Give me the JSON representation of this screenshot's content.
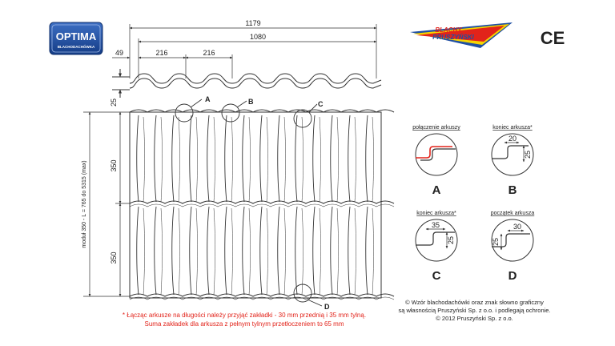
{
  "logos": {
    "optima": {
      "name": "OPTIMA",
      "sub": "BLACHODACHÓWKA",
      "color": "#1f4fa3"
    },
    "blachy": {
      "line1": "BLACHY",
      "line2": "PRUSZYŃSKI",
      "red": "#e2231a",
      "yellow": "#f5d400",
      "blue": "#1f4fa3"
    },
    "ce": "CE"
  },
  "dimensions": {
    "total_width": "1179",
    "effective_width": "1080",
    "edge": "49",
    "module_1": "216",
    "module_2": "216",
    "profile_height": "25",
    "module_height_1": "350",
    "module_height_2": "350",
    "vertical_label": "moduł 350 - L = 765 do 5315 (max)"
  },
  "markers": {
    "a": "A",
    "b": "B",
    "c": "C",
    "d": "D"
  },
  "details": {
    "a": {
      "caption": "połączenie arkuszy",
      "letter": "A"
    },
    "b": {
      "caption": "koniec arkusza*",
      "letter": "B",
      "dim_h": "20",
      "dim_v": "25"
    },
    "c": {
      "caption": "koniec arkusza*",
      "letter": "C",
      "dim_h": "35",
      "dim_v": "25"
    },
    "d": {
      "caption": "początek arkusza",
      "letter": "D",
      "dim_h": "30",
      "dim_v": "25"
    }
  },
  "note": {
    "line1": "* Łącząc arkusze na długości należy przyjąć zakładki - 30 mm przednią i 35 mm tylną.",
    "line2": "Suma zakładek dla arkusza z pełnym tylnym przetłoczeniem to 65 mm"
  },
  "copyright": {
    "line1": "© Wzór blachodachówki oraz znak słowno graficzny",
    "line2": "są własnością Pruszyński Sp. z o.o.  i podlegają ochronie.",
    "line3": "© 2012 Pruszyński Sp. z o.o."
  }
}
